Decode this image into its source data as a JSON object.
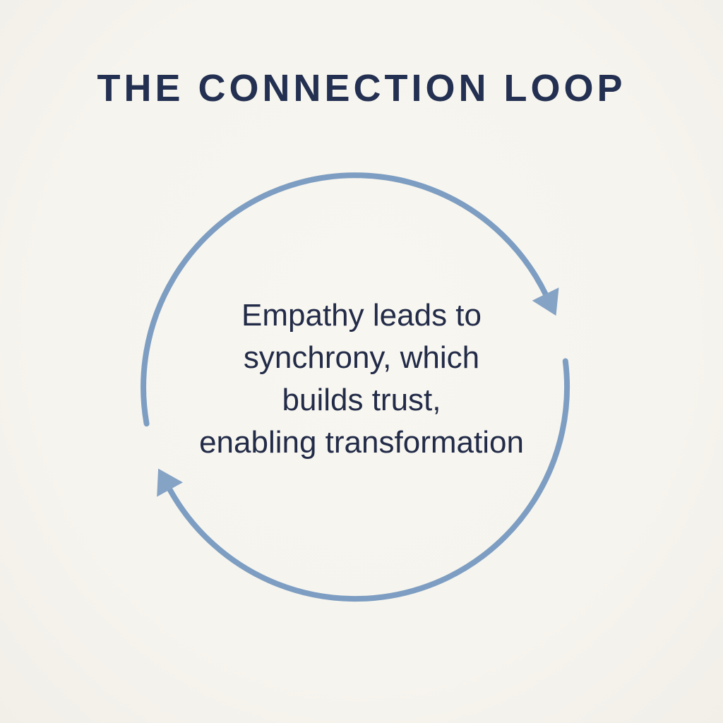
{
  "page": {
    "title": "THE CONNECTION LOOP"
  },
  "diagram": {
    "type": "cycle-loop",
    "direction": "clockwise",
    "center_text": {
      "lines": [
        "Empathy leads to",
        "synchrony, which",
        "builds trust,",
        "enabling transformation"
      ]
    }
  },
  "colors": {
    "background": "#f6f4ee",
    "loop_blue": "#7d9ec2",
    "arrow_blue": "#85a3c5",
    "title_navy": "#233051",
    "text_navy": "#222b48"
  }
}
